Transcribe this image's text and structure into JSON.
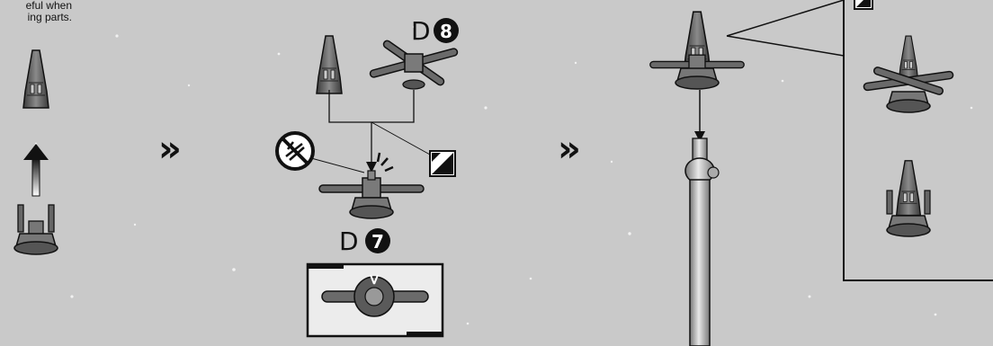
{
  "note": {
    "line1": "eful when",
    "line2": "ing parts."
  },
  "step_arrows": {
    "first": "»",
    "second": "»"
  },
  "part_codes": {
    "upper": {
      "letter": "D",
      "number": "8"
    },
    "lower": {
      "letter": "D",
      "number": "7"
    }
  },
  "icons": {
    "no_cut": "no-cutting-tool-icon",
    "decal": "decal-marker-icon",
    "snap": "snap-click-icon"
  },
  "colors": {
    "background": "#c9c9c9",
    "parts": "#5a5a5a",
    "outline": "#111111"
  }
}
